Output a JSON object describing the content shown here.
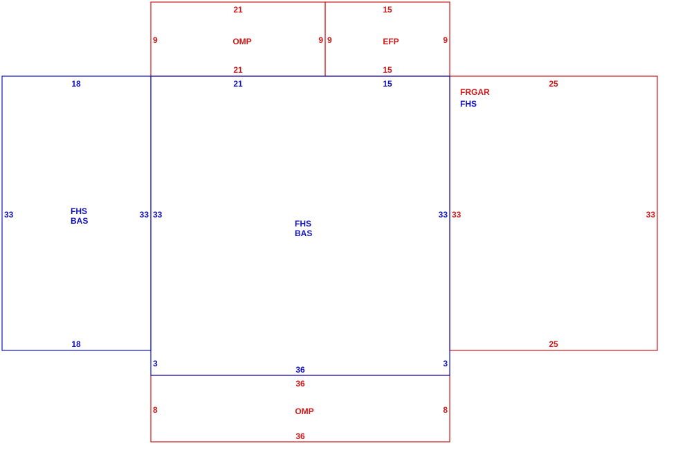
{
  "colors": {
    "blue": "#1010c0",
    "red": "#d01818"
  },
  "omp_top": {
    "label": "OMP",
    "dim_top": "21",
    "dim_bottom": "21",
    "dim_left": "9",
    "dim_right": "9"
  },
  "efp": {
    "label": "EFP",
    "dim_top": "15",
    "dim_bottom": "15",
    "dim_left": "9",
    "dim_right": "9"
  },
  "left_room": {
    "label1": "FHS",
    "label2": "BAS",
    "dim_top": "18",
    "dim_bottom": "18",
    "dim_left": "33",
    "dim_right": "33"
  },
  "main_room": {
    "label1": "FHS",
    "label2": "BAS",
    "dim_top_left": "21",
    "dim_top_right": "15",
    "dim_left": "33",
    "dim_right": "33",
    "dim_bottom": "36",
    "dim_bl": "3",
    "dim_br": "3"
  },
  "garage": {
    "label1": "FRGAR",
    "label2": "FHS",
    "dim_top": "25",
    "dim_bottom": "25",
    "dim_left": "33",
    "dim_right": "33"
  },
  "omp_bottom": {
    "label": "OMP",
    "dim_top": "36",
    "dim_bottom": "36",
    "dim_left": "8",
    "dim_right": "8"
  }
}
